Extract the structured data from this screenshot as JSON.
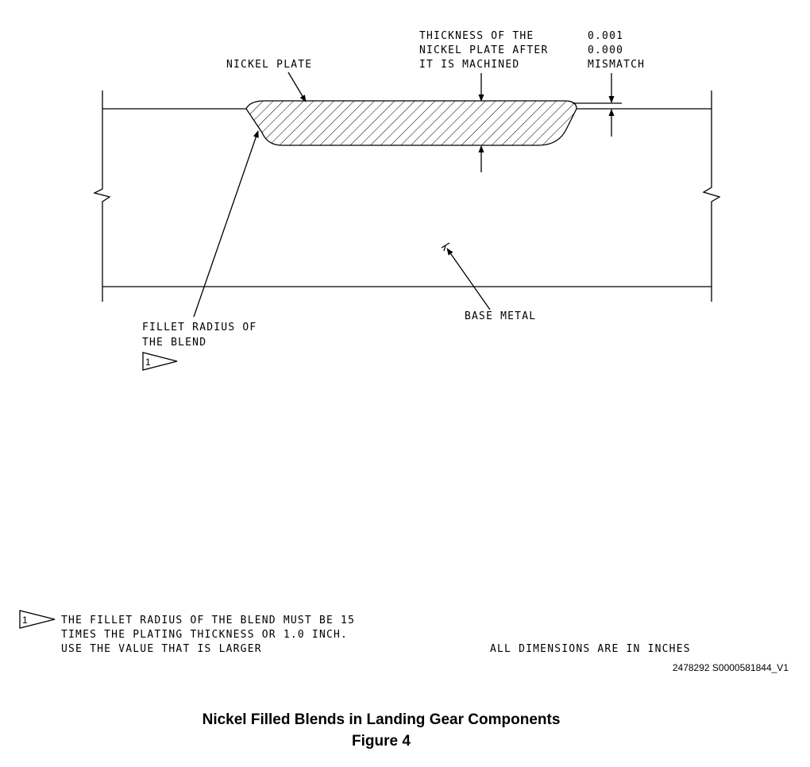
{
  "labels": {
    "nickel_plate": "NICKEL PLATE",
    "thickness_line1": "THICKNESS OF THE",
    "thickness_line2": "NICKEL PLATE AFTER",
    "thickness_line3": "IT IS MACHINED",
    "mismatch_line1": "0.001",
    "mismatch_line2": "0.000",
    "mismatch_line3": "MISMATCH",
    "fillet_line1": "FILLET RADIUS OF",
    "fillet_line2": "THE BLEND",
    "base_metal": "BASE METAL"
  },
  "flag_number": "1",
  "note": {
    "line1": "THE FILLET RADIUS OF THE BLEND MUST BE 15",
    "line2": "TIMES THE PLATING THICKNESS OR 1.0 INCH.",
    "line3": "USE THE VALUE THAT IS LARGER"
  },
  "dimensions_note": "ALL DIMENSIONS ARE IN INCHES",
  "figure_ref": "2478292 S0000581844_V1",
  "caption": {
    "title": "Nickel Filled Blends in Landing Gear Components",
    "figure": "Figure 4"
  }
}
